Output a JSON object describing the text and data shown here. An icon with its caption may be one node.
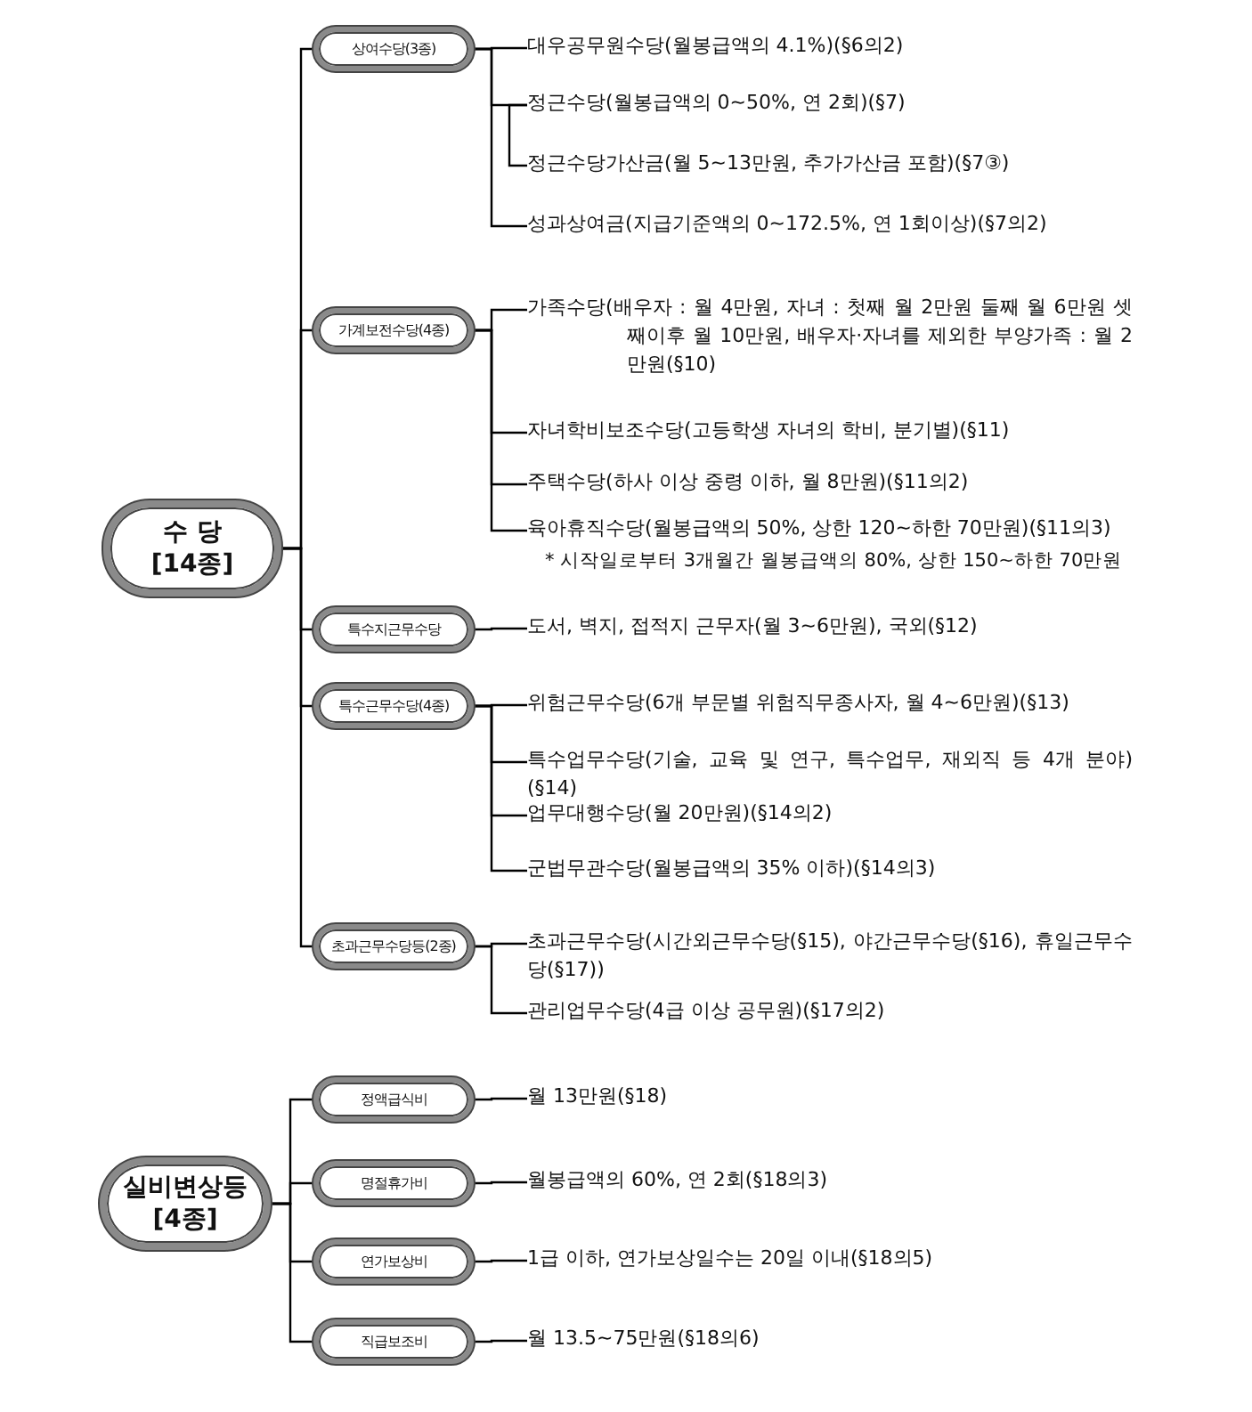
{
  "diagram": {
    "nodes": [
      {
        "text": [
          "수 당 [14종]"
        ]
      },
      {
        "text": [
          "상여수당(3종)"
        ]
      },
      {
        "text": [
          "대우공무원수당(월봉급액의 4.1%)(§6의2)"
        ]
      },
      {
        "text": [
          "정근수당(월봉급액의 0~50%, 연 2회)(§7)"
        ]
      },
      {
        "text": [
          "정근수당가산금(월 5~13만원, 추가가산금 포함)(§7③)"
        ]
      },
      {
        "text": [
          "성과상여금(지급기준액의 0~172.5%, 연 1회이상)(§7의2)"
        ]
      },
      {
        "text": [
          "가계보전수당(4종)"
        ]
      },
      {
        "text": [
          "가족수당(배우자 : 월 4만원, 자녀 : 첫째 월 2만원 둘째 월 6만원 셋째이후 월 10만원, 배우자·자녀를 제외한 부양가족 : 월 2만원(§10)"
        ]
      },
      {
        "text": [
          "자녀학비보조수당(고등학생 자녀의 학비, 분기별)(§11)"
        ]
      },
      {
        "text": [
          "주택수당(하사 이상 중령 이하, 월 8만원)(§11의2)"
        ]
      },
      {
        "text": [
          "육아휴직수당(월봉급액의 50%, 상한 120~하한 70만원)(§11의3)"
        ],
        "beside": [
          "* 시작일로부터 3개월간 월봉급액의 80%, 상한 150~하한 70만원"
        ]
      },
      {
        "text": [
          "특수지근무수당"
        ]
      },
      {
        "text": [
          "도서, 벽지, 접적지 근무자(월 3~6만원), 국외(§12)"
        ]
      },
      {
        "text": [
          "특수근무수당(4종)"
        ]
      },
      {
        "text": [
          "위험근무수당(6개 부문별 위험직무종사자, 월 4~6만원)(§13)"
        ]
      },
      {
        "text": [
          "특수업무수당(기술, 교육 및 연구, 특수업무, 재외직 등 4개 분야)(§14)"
        ]
      },
      {
        "text": [
          "업무대행수당(월 20만원)(§14의2)"
        ]
      },
      {
        "text": [
          "군법무관수당(월봉급액의 35% 이하)(§14의3)"
        ]
      },
      {
        "text": [
          "초과근무수당등(2종)"
        ]
      },
      {
        "text": [
          "초과근무수당(시간외근무수당(§15), 야간근무수당(§16), 휴일근무수당(§17))"
        ]
      },
      {
        "text": [
          "관리업무수당(4급 이상 공무원)(§17의2)"
        ]
      },
      {
        "text": [
          "실비변상등 [4종]"
        ]
      },
      {
        "text": [
          "정액급식비"
        ]
      },
      {
        "text": [
          "월 13만원(§18)"
        ]
      },
      {
        "text": [
          "명절휴가비"
        ]
      },
      {
        "text": [
          "월봉급액의 60%, 연 2회(§18의3)"
        ]
      },
      {
        "text": [
          "연가보상비"
        ]
      },
      {
        "text": [
          "1급 이하, 연가보상일수는 20일 이내(§18의5)"
        ]
      },
      {
        "text": [
          "직급보조비"
        ]
      },
      {
        "text": [
          "월 13.5~75만원(§18의6)"
        ]
      }
    ],
    "edges": [
      {
        "from": 0,
        "to": 1,
        "arrow": "none"
      },
      {
        "from": 0,
        "to": 6,
        "arrow": "none"
      },
      {
        "from": 0,
        "to": 11,
        "arrow": "none"
      },
      {
        "from": 0,
        "to": 13,
        "arrow": "none"
      },
      {
        "from": 0,
        "to": 18,
        "arrow": "none"
      },
      {
        "from": 1,
        "to": 2,
        "arrow": "none"
      },
      {
        "from": 1,
        "to": 3,
        "arrow": "none"
      },
      {
        "from": 3,
        "to": 4,
        "arrow": "none"
      },
      {
        "from": 1,
        "to": 5,
        "arrow": "none"
      },
      {
        "from": 6,
        "to": 7,
        "arrow": "none"
      },
      {
        "from": 6,
        "to": 8,
        "arrow": "none"
      },
      {
        "from": 6,
        "to": 9,
        "arrow": "none"
      },
      {
        "from": 6,
        "to": 10,
        "arrow": "none"
      },
      {
        "from": 11,
        "to": 12,
        "arrow": "none"
      },
      {
        "from": 13,
        "to": 14,
        "arrow": "none"
      },
      {
        "from": 13,
        "to": 15,
        "arrow": "none"
      },
      {
        "from": 13,
        "to": 16,
        "arrow": "none"
      },
      {
        "from": 13,
        "to": 17,
        "arrow": "none"
      },
      {
        "from": 18,
        "to": 19,
        "arrow": "none"
      },
      {
        "from": 18,
        "to": 20,
        "arrow": "none"
      },
      {
        "from": 21,
        "to": 22,
        "arrow": "none"
      },
      {
        "from": 21,
        "to": 24,
        "arrow": "none"
      },
      {
        "from": 21,
        "to": 26,
        "arrow": "none"
      },
      {
        "from": 21,
        "to": 28,
        "arrow": "none"
      },
      {
        "from": 22,
        "to": 23,
        "arrow": "none"
      },
      {
        "from": 24,
        "to": 25,
        "arrow": "none"
      },
      {
        "from": 26,
        "to": 27,
        "arrow": "none"
      },
      {
        "from": 28,
        "to": 29,
        "arrow": "none"
      }
    ]
  }
}
